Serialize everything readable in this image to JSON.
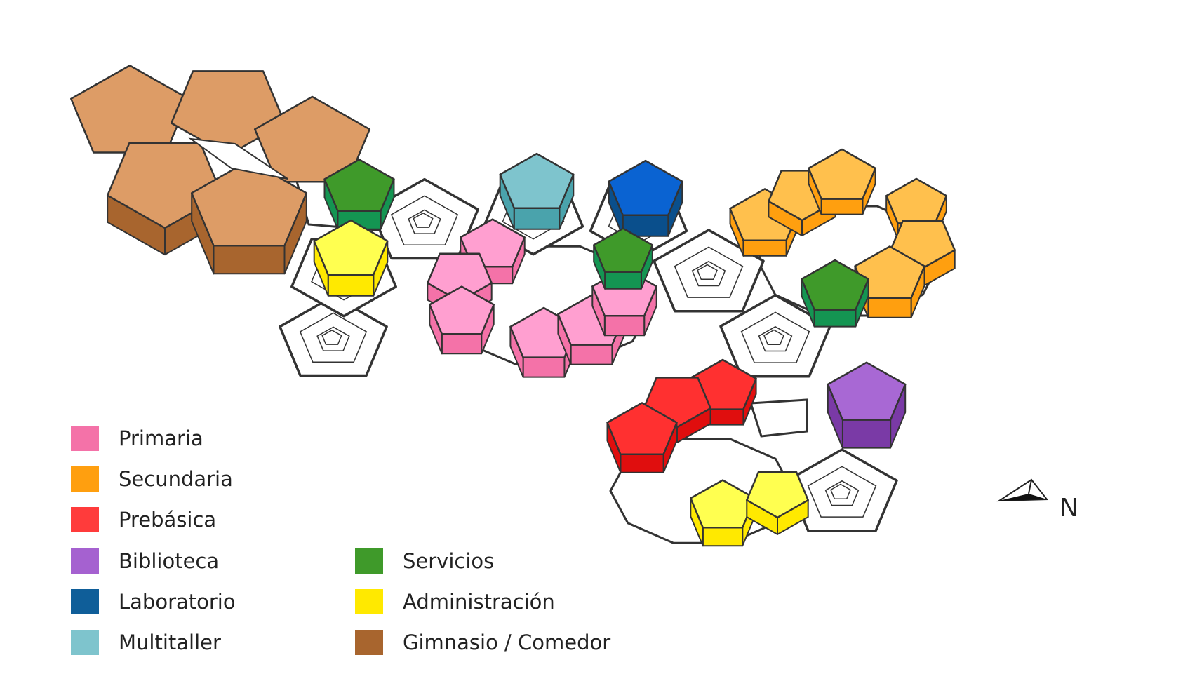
{
  "legend": {
    "left": [
      {
        "label": "Primaria",
        "color": "#f472a8",
        "icon": "pink-swatch"
      },
      {
        "label": "Secundaria",
        "color": "#ff9f0f",
        "icon": "orange-swatch"
      },
      {
        "label": "Prebásica",
        "color": "#ff3b3b",
        "icon": "red-swatch"
      },
      {
        "label": "Biblioteca",
        "color": "#a561d0",
        "icon": "purple-swatch"
      },
      {
        "label": "Laboratorio",
        "color": "#0f5e99",
        "icon": "dark-blue-swatch"
      },
      {
        "label": "Multitaller",
        "color": "#7ec4cd",
        "icon": "light-blue-swatch"
      }
    ],
    "right": [
      {
        "label": "Servicios",
        "color": "#3f9a2a",
        "icon": "green-swatch"
      },
      {
        "label": "Administración",
        "color": "#ffe900",
        "icon": "yellow-swatch"
      },
      {
        "label": "Gimnasio / Comedor",
        "color": "#a8652e",
        "icon": "brown-swatch"
      }
    ]
  },
  "north_arrow": {
    "label": "N",
    "icon": "north-arrow-icon"
  },
  "block_colors": {
    "primaria": {
      "top": "#ff9fd0",
      "side": "#f472a8"
    },
    "secundaria": {
      "top": "#ffc04d",
      "side": "#ff9f0f"
    },
    "prebasica": {
      "top": "#ff3030",
      "side": "#e00e0e"
    },
    "biblioteca": {
      "top": "#a868d4",
      "side": "#7a3aa6"
    },
    "laboratorio": {
      "top": "#0a63d2",
      "side": "#0a4f8c"
    },
    "multitaller": {
      "top": "#7ec4cd",
      "side": "#4aa3ac"
    },
    "servicios": {
      "top": "#3f9a2a",
      "side": "#149552"
    },
    "administracion": {
      "top": "#ffff50",
      "side": "#ffe900"
    },
    "gimnasio": {
      "top": "#dd9c66",
      "side": "#a8652e"
    },
    "empty": {
      "top": "#ffffff",
      "side": "#ffffff"
    }
  }
}
